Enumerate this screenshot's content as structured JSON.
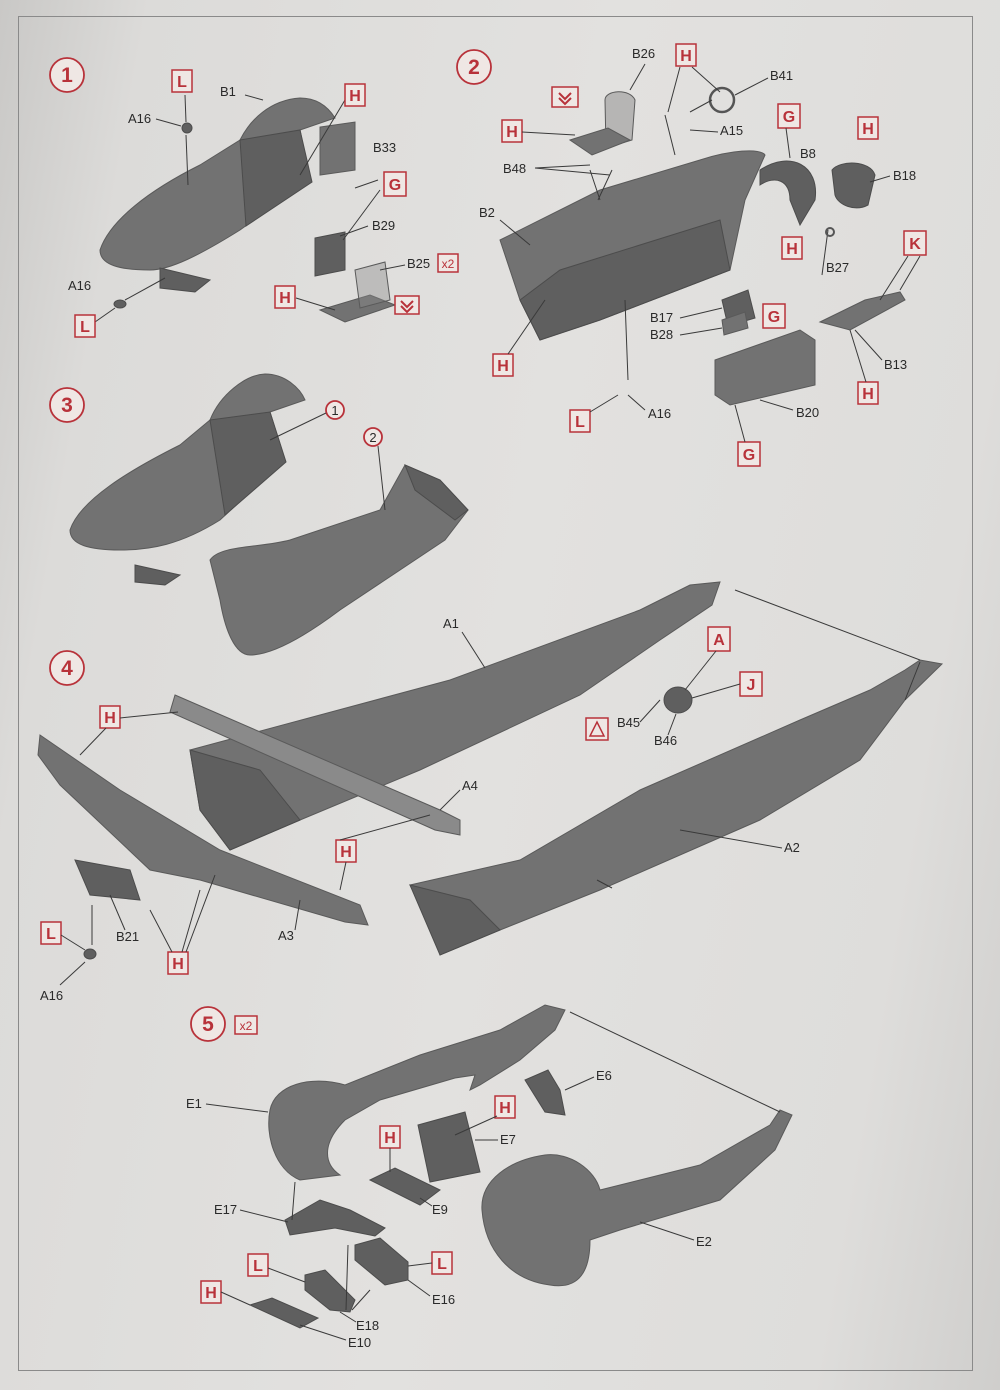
{
  "steps": {
    "s1": "1",
    "s2": "2",
    "s3": "3",
    "s4": "4",
    "s5": "5",
    "s5_mult": "x2",
    "s3_ref1": "1",
    "s3_ref2": "2"
  },
  "paint_codes": {
    "L": "L",
    "H": "H",
    "G": "G",
    "K": "K",
    "A": "A",
    "J": "J"
  },
  "step1": {
    "B1": "B1",
    "A16a": "A16",
    "A16b": "A16",
    "B33": "B33",
    "B29": "B29",
    "B25": "B25",
    "B25_mult": "x2"
  },
  "step2": {
    "B26": "B26",
    "B41": "B41",
    "A15": "A15",
    "B48": "B48",
    "B8": "B8",
    "B18": "B18",
    "B2": "B2",
    "B27": "B27",
    "B17": "B17",
    "B28": "B28",
    "B13": "B13",
    "A16": "A16",
    "B20": "B20"
  },
  "step4": {
    "A1": "A1",
    "A4": "A4",
    "A2": "A2",
    "A3": "A3",
    "B21": "B21",
    "A16": "A16",
    "B45": "B45",
    "B46": "B46"
  },
  "step5": {
    "E1": "E1",
    "E6": "E6",
    "E7": "E7",
    "E9": "E9",
    "E17": "E17",
    "E2": "E2",
    "E16": "E16",
    "E18": "E18",
    "E10": "E10"
  },
  "icons": {
    "decal": "decal-icon",
    "glue": "glue-caution-icon"
  },
  "colors": {
    "accent_red": "#b8323a",
    "part_gray": "#727272",
    "paper": "#e2e1df"
  }
}
